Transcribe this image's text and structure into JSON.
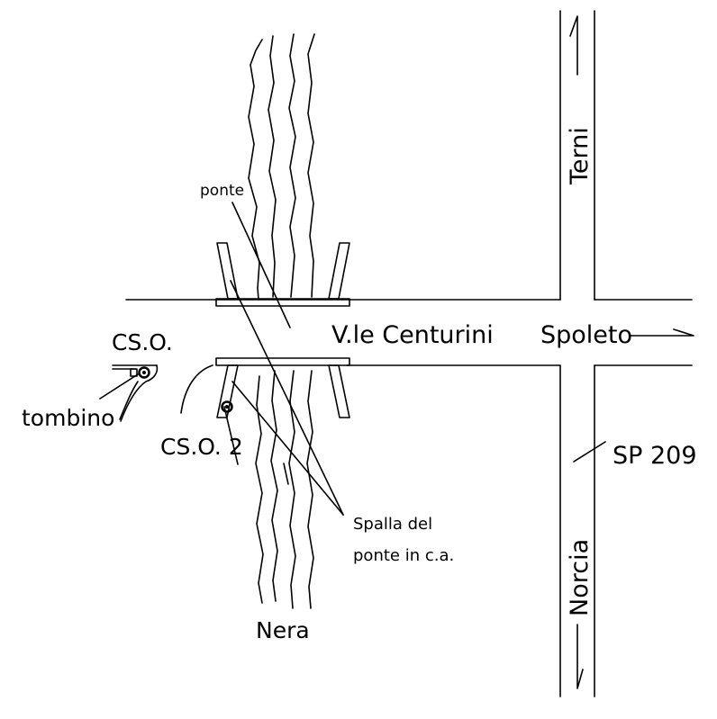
{
  "labels": {
    "road": "V.le Centurini",
    "bridge": "ponte",
    "cso1": "CS.O.",
    "manhole": "tombino",
    "cso2": "CS.O. 2",
    "abutment_line1": "Spalla del",
    "abutment_line2": "ponte in c.a.",
    "river": "Nera",
    "terni": "Terni",
    "spoleto": "Spoleto",
    "sp209": "SP 209",
    "norcia": "Norcia"
  }
}
